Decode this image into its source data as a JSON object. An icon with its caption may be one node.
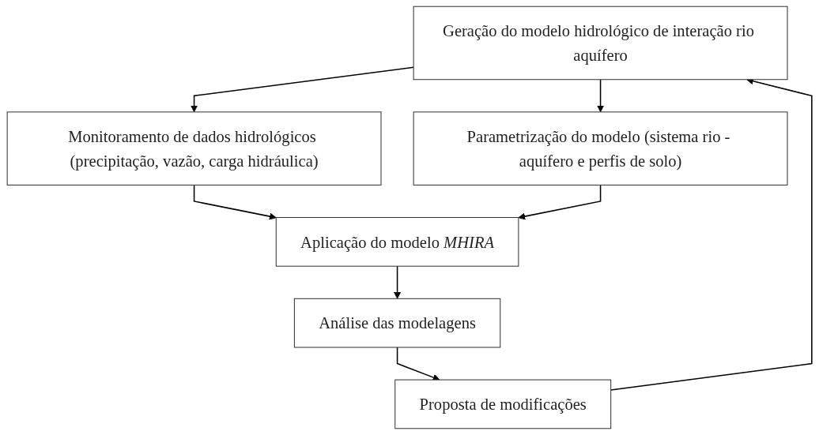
{
  "diagram": {
    "nodes": [
      {
        "text": [
          "Geração do modelo hidrológico de interação rio aquífero"
        ]
      },
      {
        "text": [
          "Monitoramento de dados hidrológicos (precipitação, vazão, carga hidráulica)"
        ]
      },
      {
        "text": [
          "Parametrização do modelo (sistema rio - aquífero e perfis de solo)"
        ]
      },
      {
        "text": [
          "Aplicação do modelo *MHIRA*"
        ]
      },
      {
        "text": [
          "Análise das modelagens"
        ]
      },
      {
        "text": [
          "Proposta de modificações"
        ]
      }
    ],
    "edges": [
      {
        "from": 0,
        "to": 1,
        "arrow": "to"
      },
      {
        "from": 0,
        "to": 2,
        "arrow": "to"
      },
      {
        "from": 1,
        "to": 3,
        "arrow": "to"
      },
      {
        "from": 2,
        "to": 3,
        "arrow": "to"
      },
      {
        "from": 3,
        "to": 4,
        "arrow": "to"
      },
      {
        "from": 4,
        "to": 5,
        "arrow": "to"
      },
      {
        "from": 5,
        "to": 0,
        "arrow": "to"
      }
    ]
  }
}
